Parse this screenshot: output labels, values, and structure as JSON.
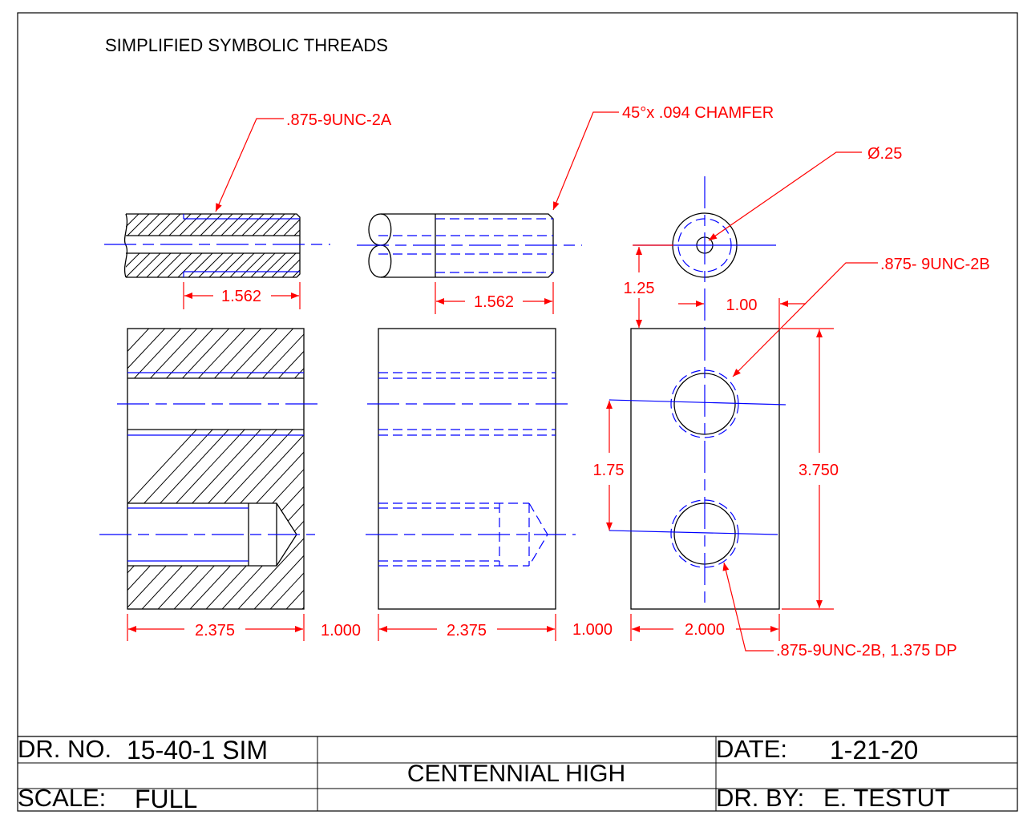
{
  "title": "SIMPLIFIED SYMBOLIC THREADS",
  "callouts": {
    "external_thread": ".875-9UNC-2A",
    "chamfer": "45°x .094 CHAMFER",
    "diameter": "Ø.25",
    "internal_thread_through": ".875- 9UNC-2B",
    "internal_thread_blind": ".875-9UNC-2B, 1.375 DP"
  },
  "dimensions": {
    "section_thread_length": "1.562",
    "side_thread_length": "1.562",
    "vertical_offset": "1.25",
    "horizontal_offset": "1.00",
    "hole_spacing": "1.75",
    "block_height": "3.750",
    "section_width": "2.375",
    "gap_one": "1.000",
    "side_width": "2.375",
    "gap_two": "1.000",
    "block_width": "2.000"
  },
  "title_block": {
    "drawing_number_label": "DR. NO.",
    "drawing_number": "15-40-1 SIM",
    "school": "CENTENNIAL HIGH",
    "date_label": "DATE:",
    "date": "1-21-20",
    "scale_label": "SCALE:",
    "scale": "FULL",
    "drawn_by_label": "DR. BY:",
    "drawn_by": "E. TESTUT"
  },
  "colors": {
    "object_lines": "#000000",
    "hidden_and_center_lines": "#0000ff",
    "dimensions": "#ff0000"
  }
}
